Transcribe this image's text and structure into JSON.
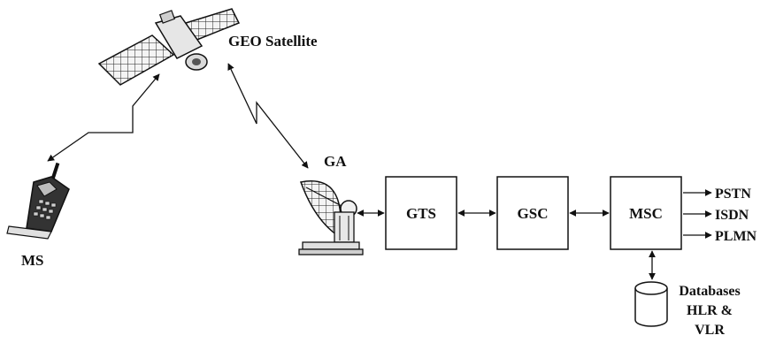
{
  "labels": {
    "satellite": "GEO Satellite",
    "ground_antenna": "GA",
    "mobile_station": "MS",
    "gts": "GTS",
    "gsc": "GSC",
    "msc": "MSC",
    "pstn": "PSTN",
    "isdn": "ISDN",
    "plmn": "PLMN",
    "db_line1": "Databases",
    "db_line2": "HLR &",
    "db_line3": "VLR"
  },
  "icons": [
    "satellite-icon",
    "mobile-phone-icon",
    "dish-antenna-icon",
    "database-icon"
  ]
}
